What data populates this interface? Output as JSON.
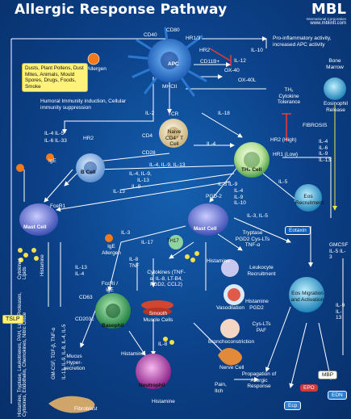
{
  "header": {
    "title": "Allergic Response Pathway",
    "logo": "MBL",
    "logo_sub": "International Corporation",
    "url": "www.mblintl.com"
  },
  "colors": {
    "background": "#0b3f86",
    "arrow": "#ffffff",
    "allergen_box": "#fff27a",
    "inhibit": "#e03b3b",
    "apc": "#2c7fd8",
    "th2": "#bfe4a0",
    "mast": "#5a6fd0",
    "basophil": "#31a85c",
    "neutrophil": "#b02fa8",
    "eos": "#2ea6d6"
  },
  "nodes": {
    "allergen_top": "Allergen",
    "allergen_sources": "Dusts, Plant Pollens, Dust Mites, Animals, Mould Spores, Drugs, Foods, Smoke",
    "apc": "APC",
    "cd40": "CD40",
    "cd80": "CD80",
    "hr13": "HR1/3",
    "hr2_top": "HR2",
    "il10": "IL-10",
    "il12": "IL-12",
    "cd11b": "CD11B+",
    "ox40": "OX-40",
    "ox40l": "OX-40L",
    "mhcii": "MHCII",
    "tcr": "TCR",
    "pro_inflam": "Pro-inflammatory activity, increased APC activity",
    "bone_marrow": "Bone Marrow",
    "eos_release": "Eosinophil Release",
    "th2_tol": "TH₂ Cytokine Tolerance",
    "humoral": "Humoral Immunity induction, Cellular immunity suppression",
    "il2": "IL-2",
    "cd4": "CD4",
    "naive": "Naive CD4⁺ T Cell",
    "il18": "IL-18",
    "il4_il5": "IL-4  IL-5",
    "il6_il33": "IL-6  IL-33",
    "hr2_b": "HR2",
    "ige_b": "IgE",
    "b_cell": "B Cell",
    "cd28": "CD28",
    "il4_mid": "IL-4",
    "il4_9_13_a": "IL-4, IL-9, IL-13",
    "il4_9_13_b": "IL-4, IL-9,",
    "il13": "IL-13",
    "il13_b": "IL-13",
    "il9": "IL-9",
    "hr2_high": "HR2 (High)",
    "hr1_low": "HR1 (Low)",
    "th2_cell": "TH₂ Cell",
    "fibrosis": "FIBROSIS",
    "il4_stack": "IL-4 IL-6 IL-9 IL-13",
    "il5": "IL-5",
    "eos_recruit": "Eos Recruitment",
    "il3_pgd2": "IL-3  IL-9",
    "pgd2": "PGD-2",
    "il4_9_10": "IL-4 IL-9 IL-10",
    "fcer1": "FceR1",
    "mast_left": "Mast Cell",
    "mast_mid": "Mast Cell",
    "histamine_v": "Histamine",
    "cytokine_lipid": "Cytokines Lipids",
    "il3_mid": "IL-3",
    "il3_il5": "IL-3, IL-5",
    "il17": "IL-17",
    "il8_tnf": "IL-8 TNF",
    "th17": "TH17",
    "histamine_mid": "Histamine",
    "tryptase": "Tryptase PGD2 Cys-LTs TNF-α",
    "leuko": "Leukocyte Recruitment",
    "eotaxin": "Eotaxin",
    "gmcsf": "GMCSF IL-5 IL-3",
    "ige_allergen": "IgE Allergen",
    "fceri_ige": "FcεRI / IgE",
    "il13_il4": "IL-13 IL-4",
    "cd63": "CD63",
    "cd203c": "CD203c",
    "basophil": "Basophil",
    "cytokines_list": "Cytokines (TNF-α, IL-8, LT-B4, PGD2, CCL2)",
    "smooth": "Smooth Muscle Cells",
    "vaso": "Vasodilation",
    "hist_pgd2": "Histamine PGD2",
    "eos_mig": "Eos Migration and Activation",
    "cys_paf": "Cys-LTs PAF",
    "broncho": "Bronchoconstriction",
    "histamine_low": "Histamine",
    "il8_low": "IL-8",
    "mucus": "Mucus Hyper-secretion",
    "neutrophil": "Neutrophil",
    "nerve": "Nerve Cell",
    "propagation": "Propagation of Allergic Response",
    "pain": "Pain, Itch",
    "histamine_bottom": "Histamine",
    "mbp": "MBP",
    "epo": "EPO",
    "edn": "EDN",
    "ecp": "Ecp",
    "il9_il13_right": "IL-9 IL-13",
    "gm_vert": "GM-CSF, TGF-β, TNF-α",
    "il13_vert": "IL-13, IL-9, IL-8, IL-4, IL-5",
    "tslp": "TSLP",
    "bottom_vert": "Histamine, Tryptase, Leukotrienes, PAH, Lipid, Proteases, Cytokines, Endothelin, Chemokines, Nitric Oxide",
    "fibroblast": "Fibroblast"
  }
}
